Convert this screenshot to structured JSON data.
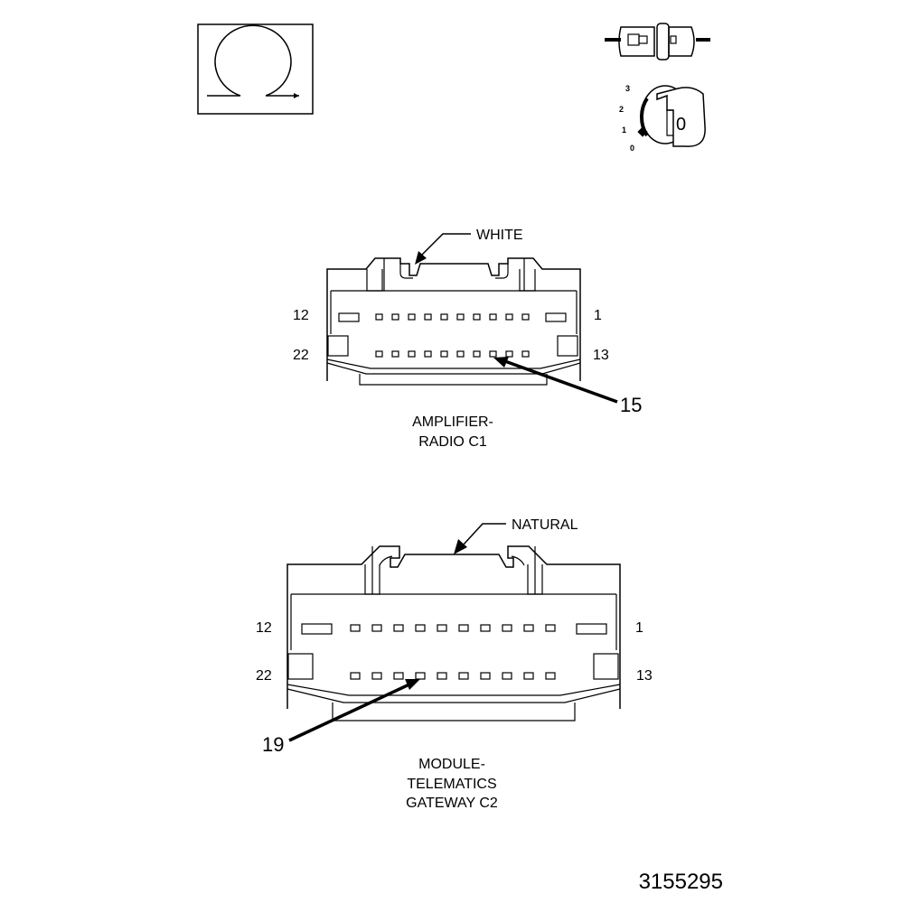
{
  "symbols": {
    "ohmmeter_icon": "omega-icon",
    "connector_icon": "connector-disconnect-icon",
    "ignition_icon": "ignition-key-icon",
    "ignition_positions": [
      "3",
      "2",
      "1",
      "0"
    ],
    "key_label": "0"
  },
  "connector_c1": {
    "color_label": "WHITE",
    "pin_top_left": "12",
    "pin_top_right": "1",
    "pin_bottom_left": "22",
    "pin_bottom_right": "13",
    "callout_pin": "15",
    "title_line1": "AMPLIFIER-",
    "title_line2": "RADIO C1"
  },
  "connector_c2": {
    "color_label": "NATURAL",
    "pin_top_left": "12",
    "pin_top_right": "1",
    "pin_bottom_left": "22",
    "pin_bottom_right": "13",
    "callout_pin": "19",
    "title_line1": "MODULE-",
    "title_line2": "TELEMATICS",
    "title_line3": "GATEWAY C2"
  },
  "figure_id": "3155295"
}
